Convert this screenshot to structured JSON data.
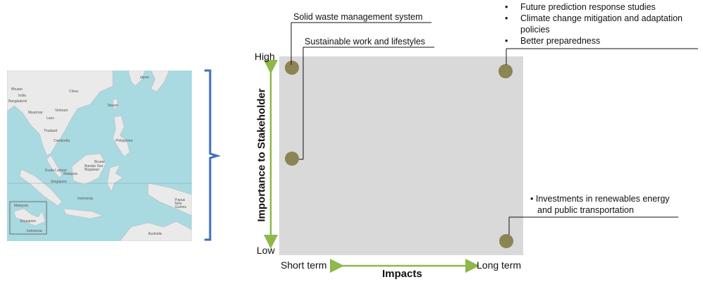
{
  "map": {
    "labels": [
      "Bhutan",
      "India",
      "Bangladesh",
      "China",
      "Japan",
      "Myanmar",
      "Vietnam",
      "Laos",
      "Thailand",
      "Cambodia",
      "Philippines",
      "Taiwan",
      "Malaysia",
      "Brunei",
      "Singapore",
      "Indonesia",
      "Papua New Guinea",
      "Australia",
      "Kuala Lumpur",
      "Bandar Seri Begawan",
      "Malaysia",
      "Singapore",
      "Indonesia"
    ]
  },
  "matrix": {
    "y_axis": {
      "title": "Importance to Stakeholder",
      "high": "High",
      "low": "Low"
    },
    "x_axis": {
      "title": "Impacts",
      "short": "Short term",
      "long": "Long term"
    },
    "notes": {
      "solid_waste": "Solid waste management system",
      "sustainable": "Sustainable work and lifestyles",
      "top_right": [
        "Future prediction response studies",
        "Climate change mitigation and adaptation",
        "policies",
        "Better preparedness"
      ],
      "bottom_right": [
        "• Investments in renewables energy",
        "and public transportation"
      ]
    }
  },
  "colors": {
    "map_sea": "#a9d9e1",
    "map_land": "#eaeaea",
    "brace": "#3f6ebf",
    "plot_bg": "#d9d9d9",
    "dot": "#8c8453",
    "arrow": "#8db84a"
  }
}
